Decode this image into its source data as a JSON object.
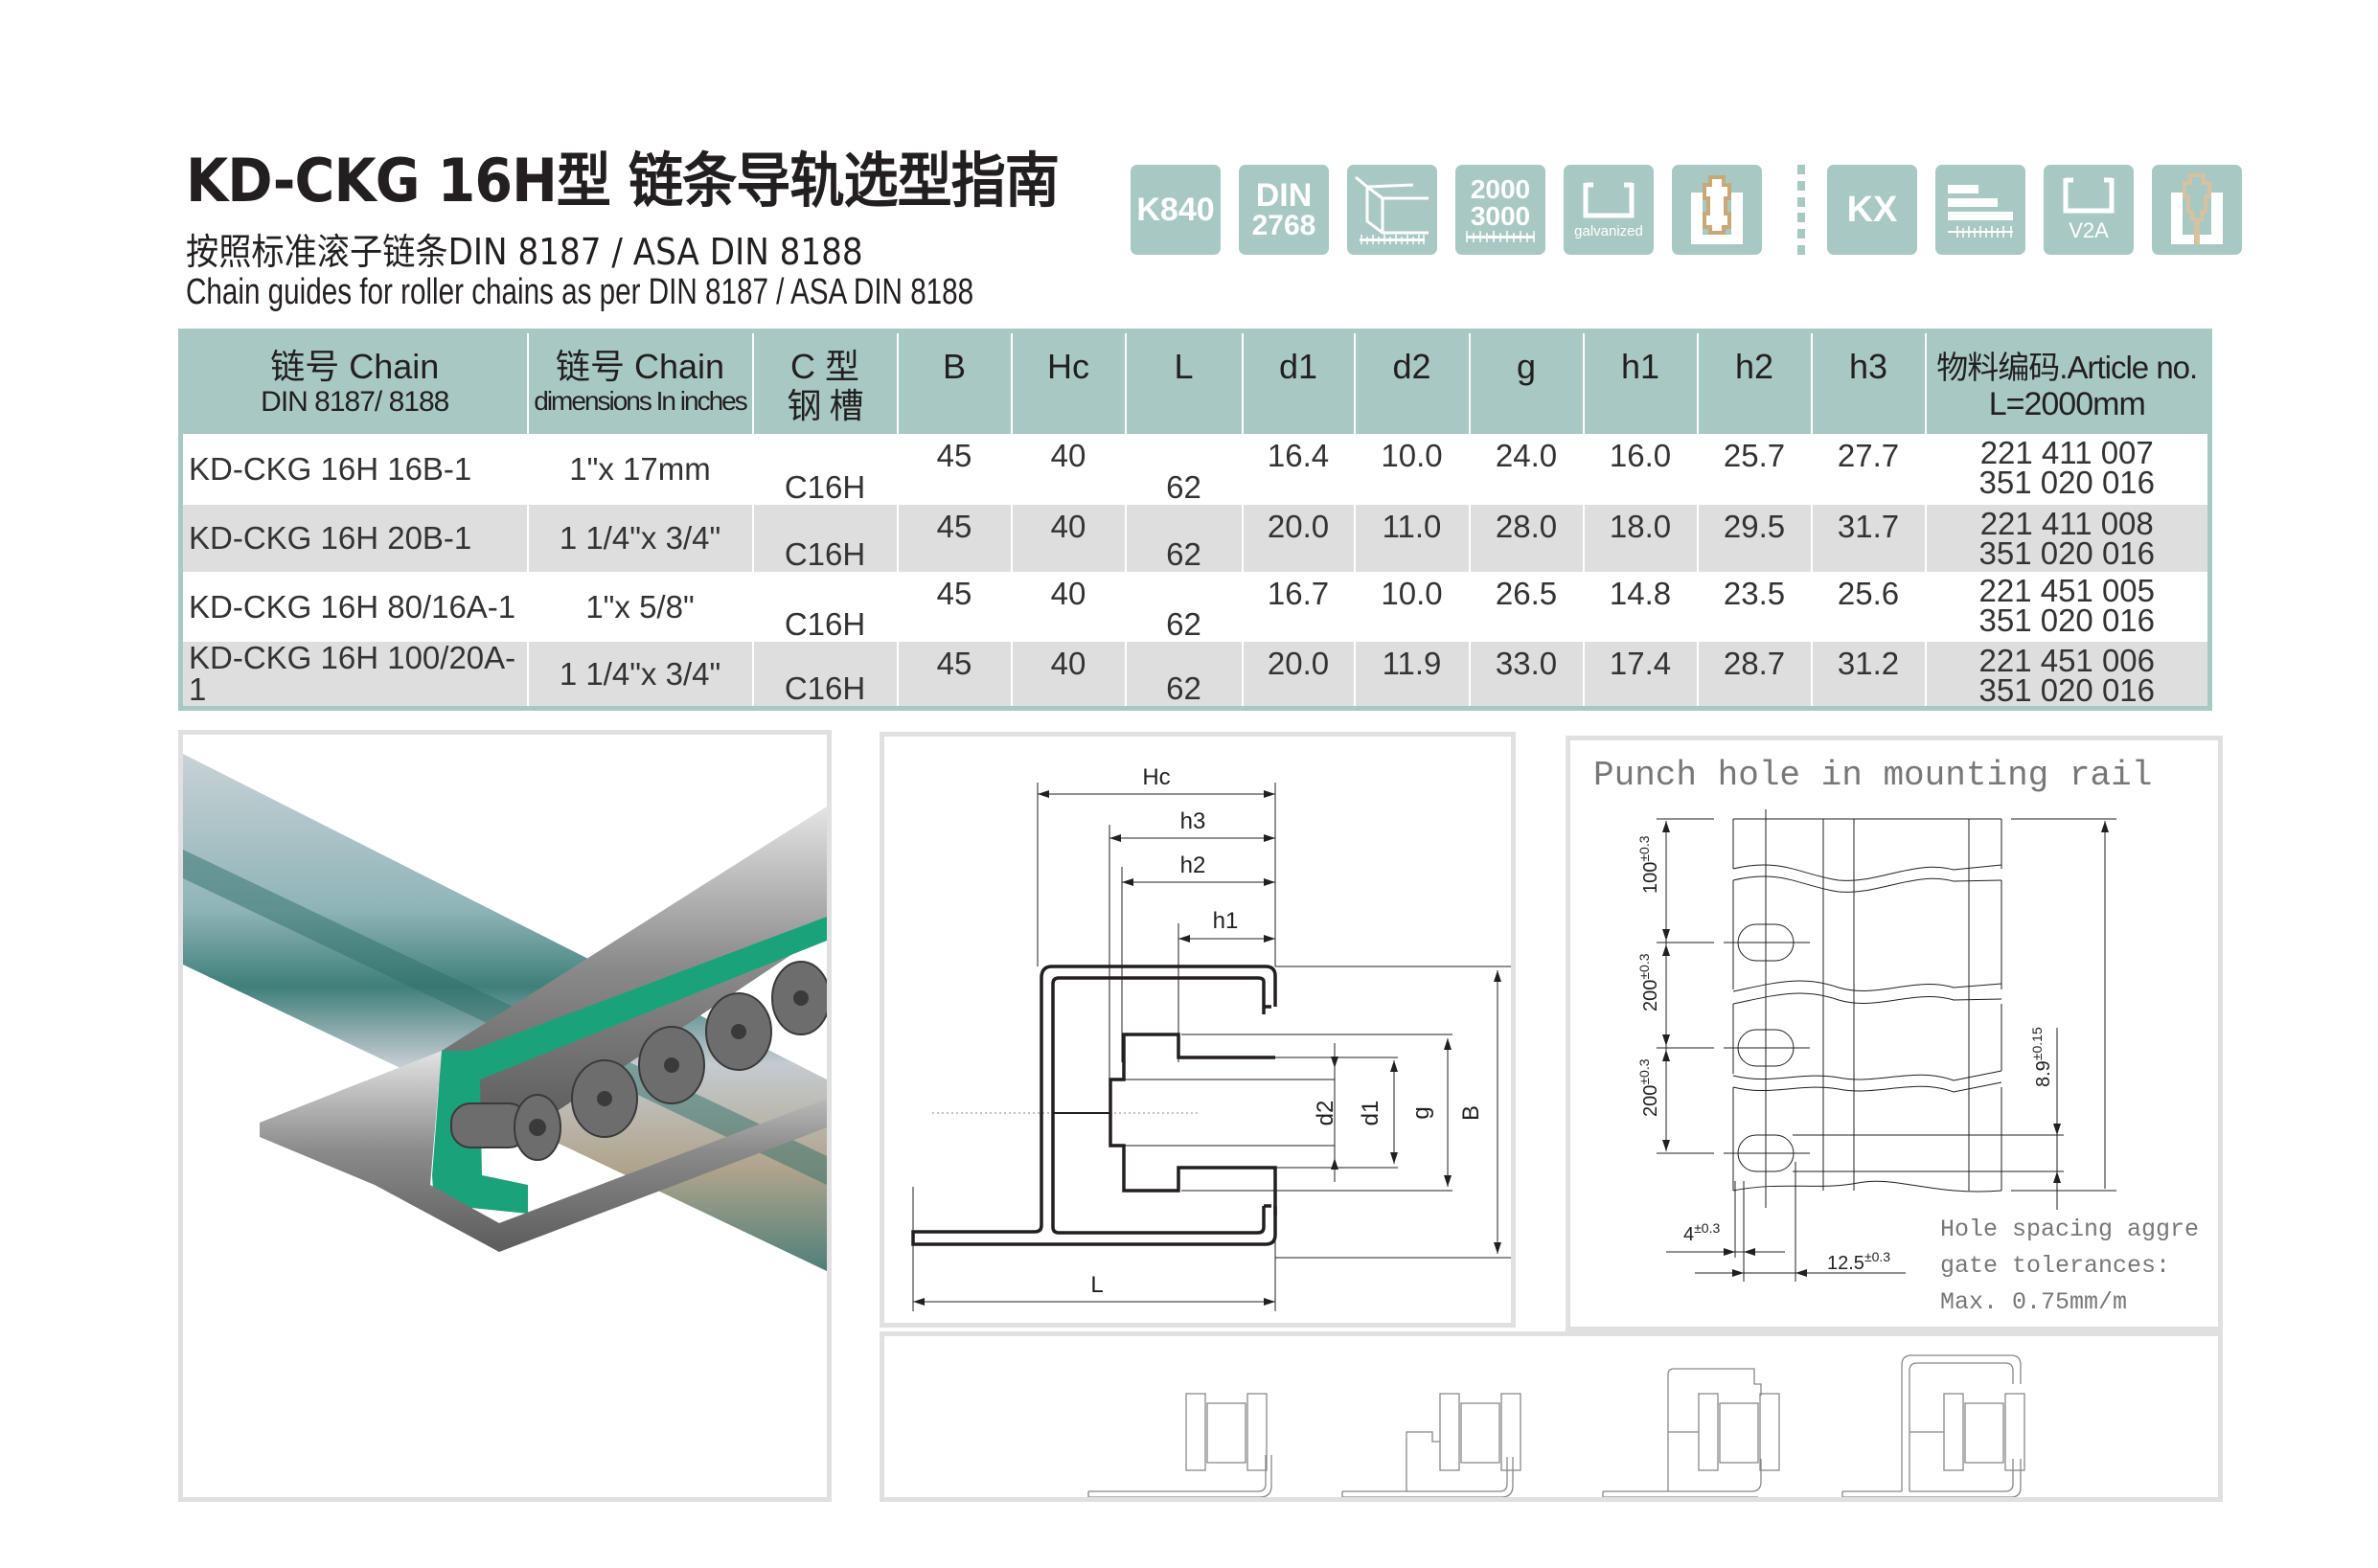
{
  "header": {
    "title": "KD-CKG 16H型  链条导轨选型指南",
    "subtitle_cn": "按照标准滚子链条DIN 8187 / ASA DIN 8188",
    "subtitle_en": "Chain guides for roller chains as per DIN 8187 / ASA DIN 8188"
  },
  "badges": [
    {
      "id": "k840",
      "line1": "K840",
      "icon": "text-badge"
    },
    {
      "id": "din2768",
      "line1": "DIN",
      "line2": "2768",
      "icon": "text-badge"
    },
    {
      "id": "profile-length",
      "icon": "profile-with-ruler-icon"
    },
    {
      "id": "lengths",
      "line1": "2000",
      "line2": "3000",
      "icon": "ruler-icon"
    },
    {
      "id": "galvanized",
      "caption": "galvanized",
      "icon": "channel-profile-icon"
    },
    {
      "id": "insert-steel",
      "icon": "chain-in-channel-icon"
    },
    {
      "id": "kx",
      "line1": "KX",
      "icon": "text-badge"
    },
    {
      "id": "stacked-lengths",
      "icon": "stacked-bars-ruler-icon"
    },
    {
      "id": "v2a",
      "caption": "V2A",
      "icon": "channel-profile-icon"
    },
    {
      "id": "insert-steel-2",
      "icon": "chain-in-channel-icon"
    }
  ],
  "colors": {
    "accent_teal": "#a8c9c3",
    "row_alt": "#dedede",
    "panel_border": "#e0e0e0",
    "insert_tan": "#c8a878",
    "guide_green": "#1aa37a"
  },
  "table": {
    "headers": [
      {
        "line1": "链号 Chain",
        "line2": "DIN 8187/ 8188"
      },
      {
        "line1": "链号 Chain",
        "line2": "dimensions In inches"
      },
      {
        "line1": "C 型",
        "line2": "钢  槽"
      },
      {
        "line1": "B"
      },
      {
        "line1": "Hc"
      },
      {
        "line1": "L"
      },
      {
        "line1": "d1"
      },
      {
        "line1": "d2"
      },
      {
        "line1": "g"
      },
      {
        "line1": "h1"
      },
      {
        "line1": "h2"
      },
      {
        "line1": "h3"
      },
      {
        "line1": "物料编码.Article no.",
        "line2": "L=2000mm"
      }
    ],
    "rows": [
      {
        "chain": "KD-CKG 16H 16B-1",
        "inches": "1\"x 17mm",
        "c_channel": "C16H",
        "B": "45",
        "Hc": "40",
        "L": "62",
        "d1": "16.4",
        "d2": "10.0",
        "g": "24.0",
        "h1": "16.0",
        "h2": "25.7",
        "h3": "27.7",
        "article1": "221 411 007",
        "article2": "351 020 016"
      },
      {
        "chain": "KD-CKG 16H 20B-1",
        "inches": "1 1/4\"x 3/4\"",
        "c_channel": "C16H",
        "B": "45",
        "Hc": "40",
        "L": "62",
        "d1": "20.0",
        "d2": "11.0",
        "g": "28.0",
        "h1": "18.0",
        "h2": "29.5",
        "h3": "31.7",
        "article1": "221 411 008",
        "article2": "351 020 016"
      },
      {
        "chain": "KD-CKG 16H 80/16A-1",
        "inches": "1\"x 5/8\"",
        "c_channel": "C16H",
        "B": "45",
        "Hc": "40",
        "L": "62",
        "d1": "16.7",
        "d2": "10.0",
        "g": "26.5",
        "h1": "14.8",
        "h2": "23.5",
        "h3": "25.6",
        "article1": "221 451 005",
        "article2": "351 020 016"
      },
      {
        "chain": "KD-CKG 16H 100/20A-1",
        "inches": "1 1/4\"x 3/4\"",
        "c_channel": "C16H",
        "B": "45",
        "Hc": "40",
        "L": "62",
        "d1": "20.0",
        "d2": "11.9",
        "g": "33.0",
        "h1": "17.4",
        "h2": "28.7",
        "h3": "31.2",
        "article1": "221 451 006",
        "article2": "351 020 016"
      }
    ]
  },
  "photo": {
    "alt": "C-channel chain guide with green insert and roller chain"
  },
  "dimension_drawing": {
    "labels": {
      "Hc": "Hc",
      "h3": "h3",
      "h2": "h2",
      "h1": "h1",
      "d2": "d2",
      "d1": "d1",
      "g": "g",
      "B": "B",
      "L": "L"
    }
  },
  "punch_hole": {
    "title": "Punch hole in mounting rail",
    "dims": {
      "top_spacing": "100",
      "spacing_2": "200",
      "spacing_3": "200",
      "slot_width": "4",
      "edge_offset": "12.5",
      "slot_height": "8.9",
      "tol_03": "±0.3",
      "tol_015": "±0.15"
    },
    "note_line1": "Hole spacing aggre",
    "note_line2": "gate tolerances:",
    "note_line3": "Max. 0.75mm/m"
  },
  "variants": {
    "count": 4,
    "description": "Assembly sequence: rail, insert, chain, channel"
  }
}
